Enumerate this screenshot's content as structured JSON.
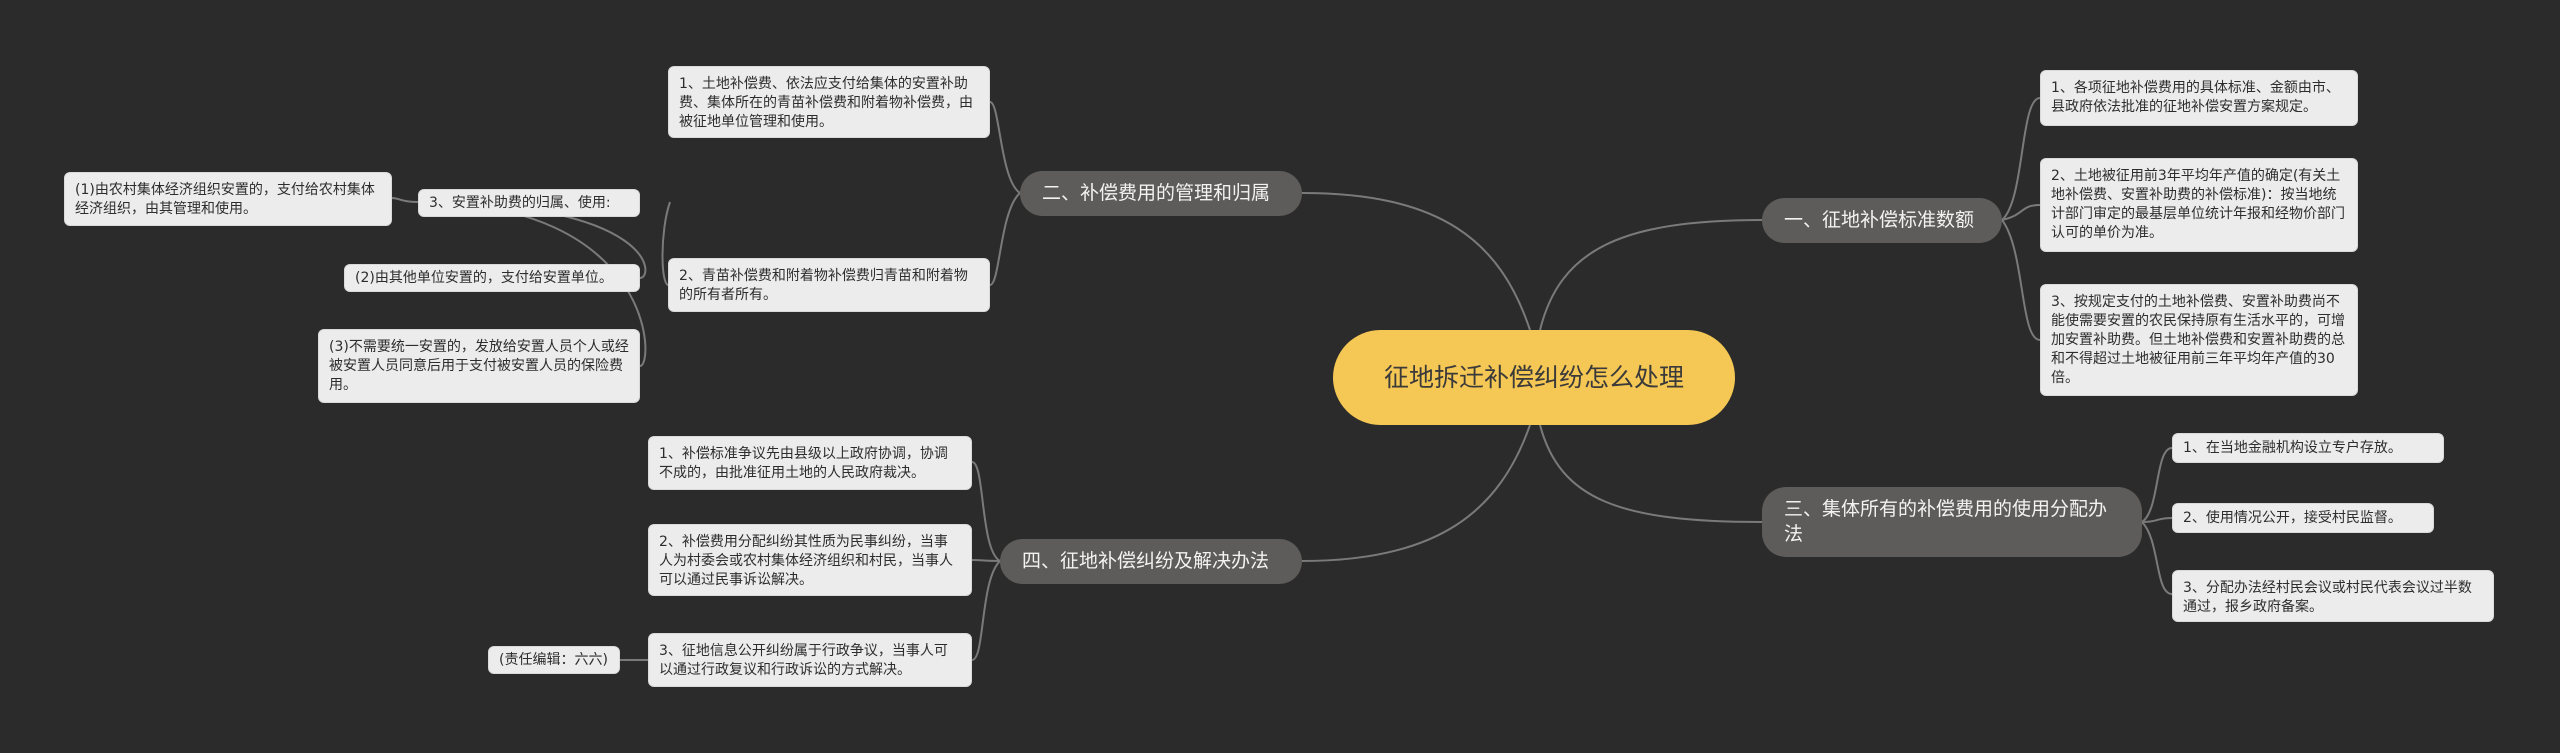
{
  "root": {
    "label": "征地拆迁补偿纠纷怎么处理"
  },
  "branches": {
    "b1": {
      "label": "一、征地补偿标准数额"
    },
    "b2": {
      "label": "二、补偿费用的管理和归属"
    },
    "b3": {
      "label": "三、集体所有的补偿费用的使用分配办法"
    },
    "b4": {
      "label": "四、征地补偿纠纷及解决办法"
    }
  },
  "leaves": {
    "b1_1": "1、各项征地补偿费用的具体标准、金额由市、县政府依法批准的征地补偿安置方案规定。",
    "b1_2": "2、土地被征用前3年平均年产值的确定(有关土地补偿费、安置补助费的补偿标准)：按当地统计部门审定的最基层单位统计年报和经物价部门认可的单价为准。",
    "b1_3": "3、按规定支付的土地补偿费、安置补助费尚不能使需要安置的农民保持原有生活水平的，可增加安置补助费。但土地补偿费和安置补助费的总和不得超过土地被征用前三年平均年产值的30倍。",
    "b2_1": "1、土地补偿费、依法应支付给集体的安置补助费、集体所在的青苗补偿费和附着物补偿费，由被征地单位管理和使用。",
    "b2_2": "2、青苗补偿费和附着物补偿费归青苗和附着物的所有者所有。",
    "b2_3": "3、安置补助费的归属、使用:",
    "b2_3_1": "(1)由农村集体经济组织安置的，支付给农村集体经济组织，由其管理和使用。",
    "b2_3_2": "(2)由其他单位安置的，支付给安置单位。",
    "b2_3_3": "(3)不需要统一安置的，发放给安置人员个人或经被安置人员同意后用于支付被安置人员的保险费用。",
    "b3_1": "1、在当地金融机构设立专户存放。",
    "b3_2": "2、使用情况公开，接受村民监督。",
    "b3_3": "3、分配办法经村民会议或村民代表会议过半数通过，报乡政府备案。",
    "b4_1": "1、补偿标准争议先由县级以上政府协调，协调不成的，由批准征用土地的人民政府裁决。",
    "b4_2": "2、补偿费用分配纠纷其性质为民事纠纷，当事人为村委会或农村集体经济组织和村民，当事人可以通过民事诉讼解决。",
    "b4_3": "3、征地信息公开纠纷属于行政争议，当事人可以通过行政复议和行政诉讼的方式解决。",
    "b4_3_1": "(责任编辑：六六)"
  },
  "colors": {
    "background": "#2b2b2b",
    "root": "#f5c754",
    "branch": "#5d5c5a",
    "leaf": "#ececec",
    "connector": "#7a7a7a"
  }
}
